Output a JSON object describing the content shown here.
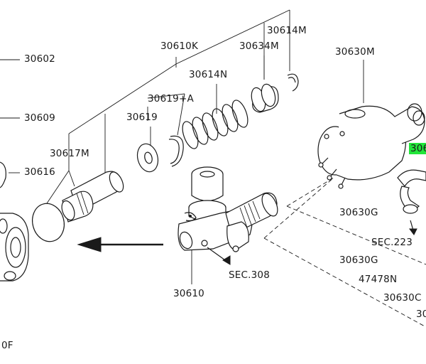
{
  "labels": {
    "l30602": "30602",
    "l30609": "30609",
    "l30616": "30616",
    "l30617M": "30617M",
    "l30614M": "30614M",
    "l30610K": "30610K",
    "l30634M": "30634M",
    "l30614N": "30614N",
    "l30619A": "30619+A",
    "l30619": "30619",
    "l30630M": "30630M",
    "l306hl": "306",
    "l30630G_1": "30630G",
    "lsec223": "SEC.223",
    "l30630G_2": "30630G",
    "l47478N": "47478N",
    "l30630C": "30630C",
    "l30edge": "30",
    "lsec308": "SEC.308",
    "l30610": "30610",
    "lcode": "0F"
  },
  "colors": {
    "highlight": "#22e53a",
    "ink": "#1a1a1a"
  }
}
